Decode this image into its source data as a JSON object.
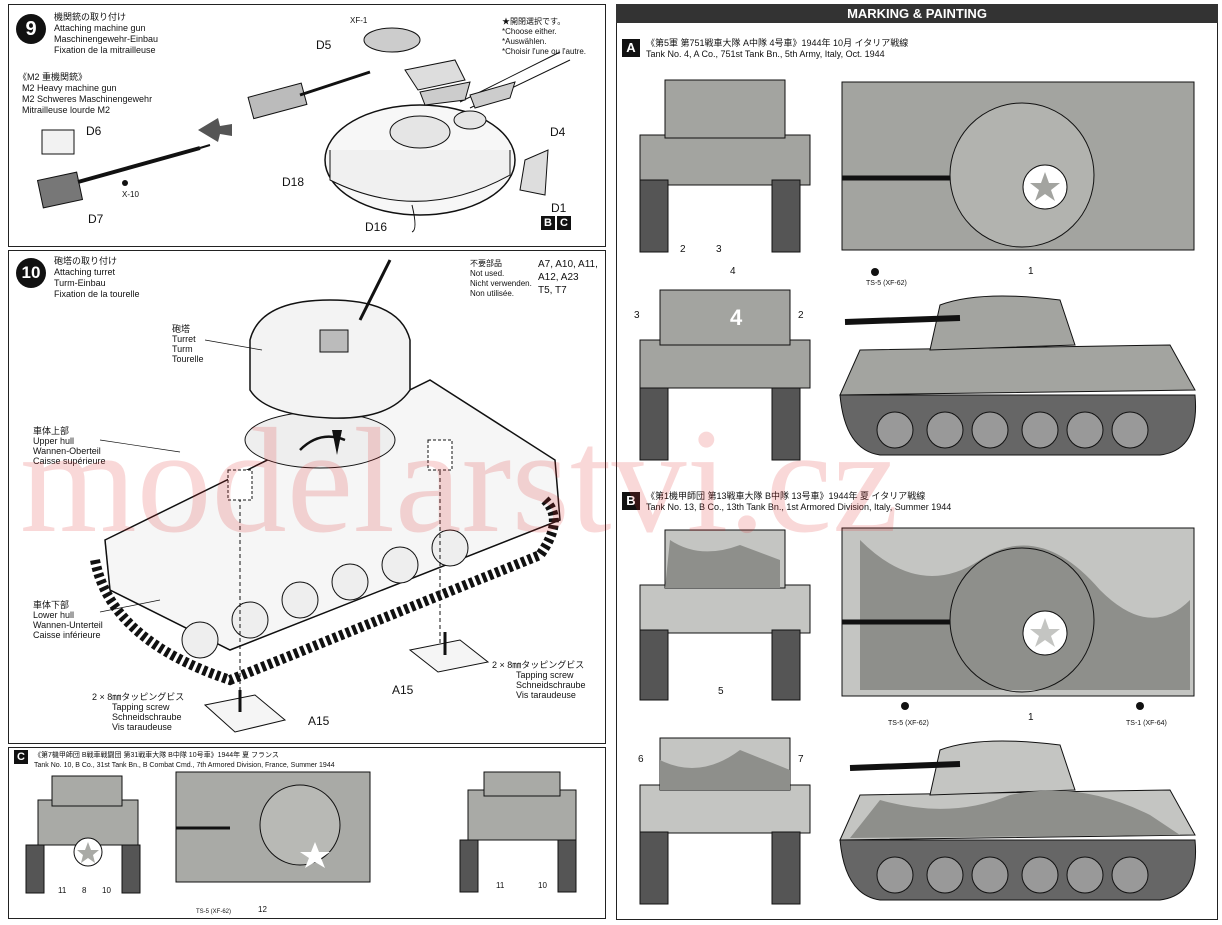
{
  "step9": {
    "number": "9",
    "title_jp": "機関銃の取り付け",
    "title_en": "Attaching machine gun",
    "title_de": "Maschinengewehr-Einbau",
    "title_fr": "Fixation de la mitrailleuse",
    "m2_jp": "《M2 重機関銃》",
    "m2_en": "M2 Heavy machine gun",
    "m2_de": "M2 Schweres Maschinengewehr",
    "m2_fr": "Mitrailleuse lourde M2",
    "choose_jp": "★開閉選択です。",
    "choose_en": "*Choose either.",
    "choose_de": "*Auswählen.",
    "choose_fr": "*Choisir l'une ou l'autre.",
    "parts": {
      "xf1": "XF-1",
      "d5": "D5",
      "d6": "D6",
      "d7": "D7",
      "x10": "X-10",
      "d18": "D18",
      "d4": "D4",
      "d1": "D1",
      "d16": "D16",
      "b": "B",
      "c": "C"
    }
  },
  "step10": {
    "number": "10",
    "title_jp": "砲塔の取り付け",
    "title_en": "Attaching turret",
    "title_de": "Turm-Einbau",
    "title_fr": "Fixation de la tourelle",
    "notused_jp": "不要部品",
    "notused_en": "Not used.",
    "notused_de": "Nicht verwenden.",
    "notused_fr": "Non utilisée.",
    "notused_parts1": "A7, A10, A11,",
    "notused_parts2": "A12, A23",
    "notused_parts3": "T5, T7",
    "turret_jp": "砲塔",
    "turret_en": "Turret",
    "turret_de": "Turm",
    "turret_fr": "Tourelle",
    "upper_jp": "車体上部",
    "upper_en": "Upper hull",
    "upper_de": "Wannen-Oberteil",
    "upper_fr": "Caisse supérieure",
    "lower_jp": "車体下部",
    "lower_en": "Lower hull",
    "lower_de": "Wannen-Unterteil",
    "lower_fr": "Caisse inférieure",
    "screw_jp": "2 × 8㎜タッピングビス",
    "screw_en": "Tapping screw",
    "screw_de": "Schneidschraube",
    "screw_fr": "Vis taraudeuse",
    "a15": "A15"
  },
  "panelC": {
    "letter": "C",
    "title_jp": "《第7機甲師団 B戦車戦闘団 第31戦車大隊 B中隊 10号車》1944年 夏 フランス",
    "title_en": "Tank No. 10, B Co., 31st Tank Bn., B Combat Cmd., 7th Armored Division, France, Summer 1944",
    "callouts": [
      "11",
      "8",
      "10",
      "12",
      "11",
      "10"
    ],
    "paint": "TS-5 (XF-62)"
  },
  "marking": {
    "header": "MARKING & PAINTING",
    "a": {
      "letter": "A",
      "title_jp": "《第5軍 第751戦車大隊 A中隊 4号車》1944年 10月 イタリア戦線",
      "title_en": "Tank No. 4, A Co., 751st Tank Bn., 5th Army, Italy, Oct. 1944",
      "callouts": [
        "2",
        "3",
        "4",
        "3",
        "2",
        "1"
      ],
      "paint": "TS-5 (XF-62)",
      "turret_number": "4"
    },
    "b": {
      "letter": "B",
      "title_jp": "《第1機甲師団 第13戦車大隊 B中隊 13号車》1944年 夏 イタリア戦線",
      "title_en": "Tank No. 13, B Co., 13th Tank Bn., 1st Armored Division, Italy, Summer 1944",
      "callouts": [
        "5",
        "6",
        "7",
        "1"
      ],
      "paint1": "TS-5 (XF-62)",
      "paint2": "TS-1 (XF-64)"
    }
  },
  "watermark": "modelarstvi.cz"
}
